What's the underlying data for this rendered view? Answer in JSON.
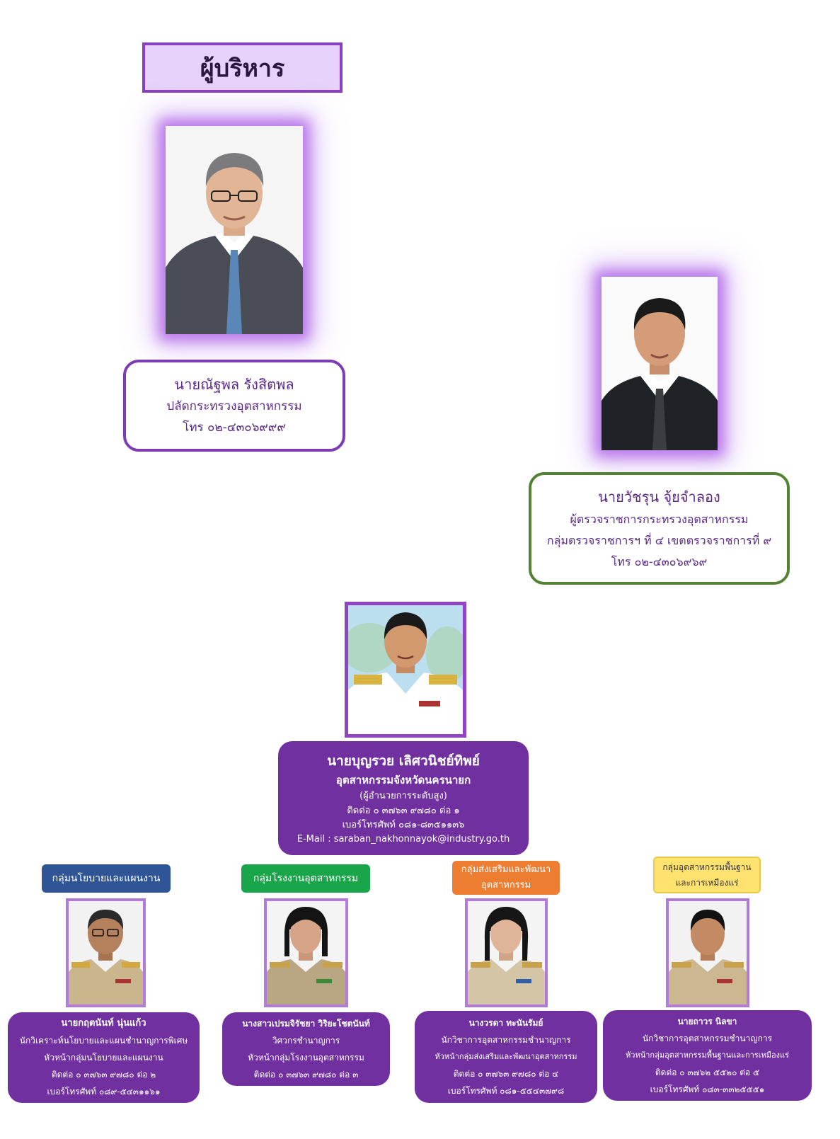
{
  "header": {
    "title": "ผู้บริหาร"
  },
  "permanent_secretary": {
    "name": "นายณัฐพล  รังสิตพล",
    "position": "ปลัดกระทรวงอุตสาหกรรม",
    "phone": "โทร ๐๒-๔๓๐๖๙๙๙"
  },
  "inspector": {
    "name": "นายวัชรุน  จุ้ยจำลอง",
    "position": "ผู้ตรวจราชการกระทรวงอุตสาหกรรม",
    "group": "กลุ่มตรวจราชการฯ ที่ ๔ เขตตรวจราชการที่ ๙",
    "phone": "โทร ๐๒-๔๓๐๖๙๖๙"
  },
  "director": {
    "name": "นายบุญรวย  เลิศวนิชย์ทิพย์",
    "position": "อุตสาหกรรมจังหวัดนครนายก",
    "level": "(ผู้อำนวยการระดับสูง)",
    "contact": "ติดต่อ ๐ ๓๗๖๓ ๙๗๘๐ ต่อ ๑",
    "mobile": "เบอร์โทรศัพท์ ๐๘๑-๘๓๕๑๑๓๖",
    "email": "E-Mail : saraban_nakhonnayok@industry.go.th"
  },
  "groups": [
    {
      "label": "กลุ่มนโยบายและแผนงาน",
      "name": "นายกฤตนันท์  นุ่นแก้ว",
      "position": "นักวิเคราะห์นโยบายและแผนชำนาญการพิเศษ",
      "role": "หัวหน้ากลุ่มนโยบายและแผนงาน",
      "contact": "ติดต่อ ๐ ๓๗๖๓ ๙๗๘๐ ต่อ ๒",
      "mobile": "เบอร์โทรศัพท์ ๐๘๙-๕๔๓๑๑๖๑",
      "color": "#2f5597"
    },
    {
      "label": "กลุ่มโรงงานอุตสาหกรรม",
      "name": "นางสาวเปรมจิรัชยา วิริยะโชตนันท์",
      "position": "วิศวกรชำนาญการ",
      "role": "หัวหน้ากลุ่มโรงงานอุตสาหกรรม",
      "contact": "ติดต่อ ๐ ๓๗๖๓ ๙๗๘๐ ต่อ ๓",
      "mobile": "",
      "color": "#19a64a"
    },
    {
      "label_line1": "กลุ่มส่งเสริมและพัฒนา",
      "label_line2": "อุตสาหกรรม",
      "name": "นางวรดา  ทะนันรัมย์",
      "position": "นักวิชาการอุตสาหกรรมชำนาญการ",
      "role": "หัวหน้ากลุ่มส่งเสริมและพัฒนาอุตสาหกรรม",
      "contact": "ติดต่อ ๐ ๓๗๖๓ ๙๗๘๐ ต่อ ๔",
      "mobile": "เบอร์โทรศัพท์ ๐๘๑-๕๕๔๓๗๙๘",
      "color": "#ed7d31"
    },
    {
      "label_line1": "กลุ่มอุตสาหกรรมพื้นฐาน",
      "label_line2": "และการเหมืองแร่",
      "name": "นายถาวร  นิลขา",
      "position": "นักวิชาการอุตสาหกรรมชำนาญการ",
      "role": "หัวหน้ากลุ่มอุตสาหกรรมพื้นฐานและการเหมืองแร่",
      "contact": "ติดต่อ ๐ ๓๗๖๒ ๕๕๒๐ ต่อ ๕",
      "mobile": "เบอร์โทรศัพท์ ๐๘๓-๓๓๒๕๕๕๑",
      "color": "#ffe270"
    }
  ]
}
